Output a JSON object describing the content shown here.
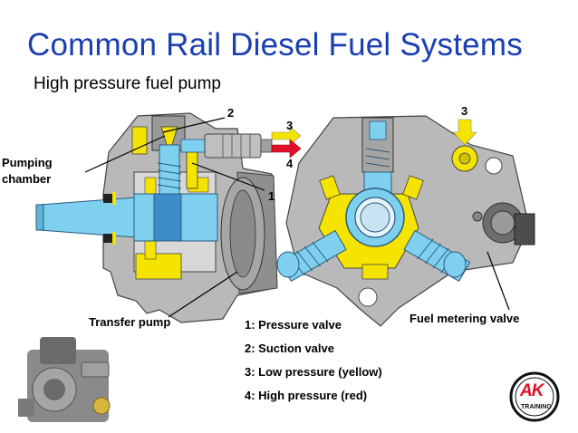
{
  "title": "Common Rail Diesel Fuel Systems",
  "subtitle": "High pressure fuel pump",
  "labels": {
    "pumping_chamber": [
      "Pumping",
      "chamber"
    ],
    "transfer_pump": "Transfer pump",
    "fuel_metering_valve": "Fuel metering valve"
  },
  "callouts": {
    "n2": "2",
    "n3_left": "3",
    "n4": "4",
    "n1": "1",
    "n3_right": "3"
  },
  "legend": [
    "1: Pressure valve",
    "2: Suction valve",
    "3: Low pressure (yellow)",
    "4: High pressure (red)"
  ],
  "logo": {
    "text": "AK",
    "subtext": "TRAINING"
  },
  "colors": {
    "title": "#1a3fb0",
    "low_pressure": "#f5e400",
    "high_pressure": "#e0102a",
    "shaft": "#7fd0ef",
    "housing": "#b9b9b9",
    "bg": "#ffffff"
  }
}
